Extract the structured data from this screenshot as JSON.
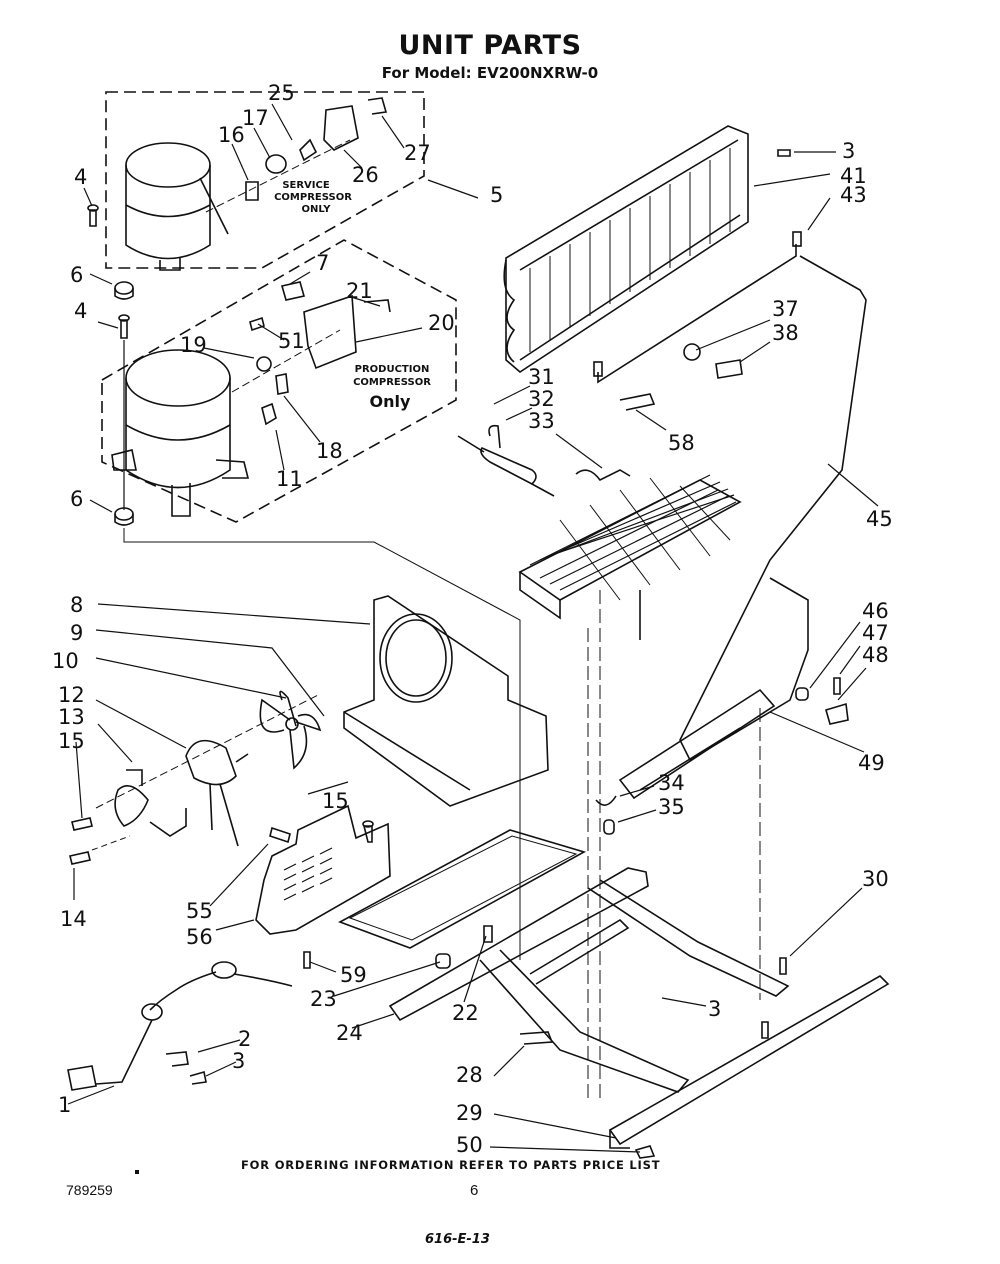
{
  "header": {
    "title": "UNIT PARTS",
    "subtitle": "For Model: EV200NXRW-0"
  },
  "notes": {
    "service_compressor": [
      "SERVICE",
      "COMPRESSOR",
      "ONLY"
    ],
    "production_compressor": [
      "PRODUCTION",
      "COMPRESSOR",
      "Only"
    ]
  },
  "callouts": [
    "25",
    "17",
    "16",
    "27",
    "26",
    "4",
    "5",
    "6",
    "7",
    "21",
    "4",
    "51",
    "20",
    "19",
    "18",
    "11",
    "6",
    "3",
    "41",
    "43",
    "37",
    "38",
    "31",
    "32",
    "33",
    "58",
    "45",
    "8",
    "9",
    "10",
    "12",
    "13",
    "15",
    "15",
    "14",
    "55",
    "56",
    "46",
    "47",
    "48",
    "49",
    "34",
    "35",
    "30",
    "59",
    "23",
    "22",
    "3",
    "24",
    "2",
    "3",
    "1",
    "28",
    "29",
    "50"
  ],
  "footer": {
    "ordering_note": "FOR ORDERING INFORMATION REFER TO PARTS PRICE LIST",
    "document_number": "789259",
    "page_number": "6",
    "handwritten_code": "616-E-13"
  }
}
